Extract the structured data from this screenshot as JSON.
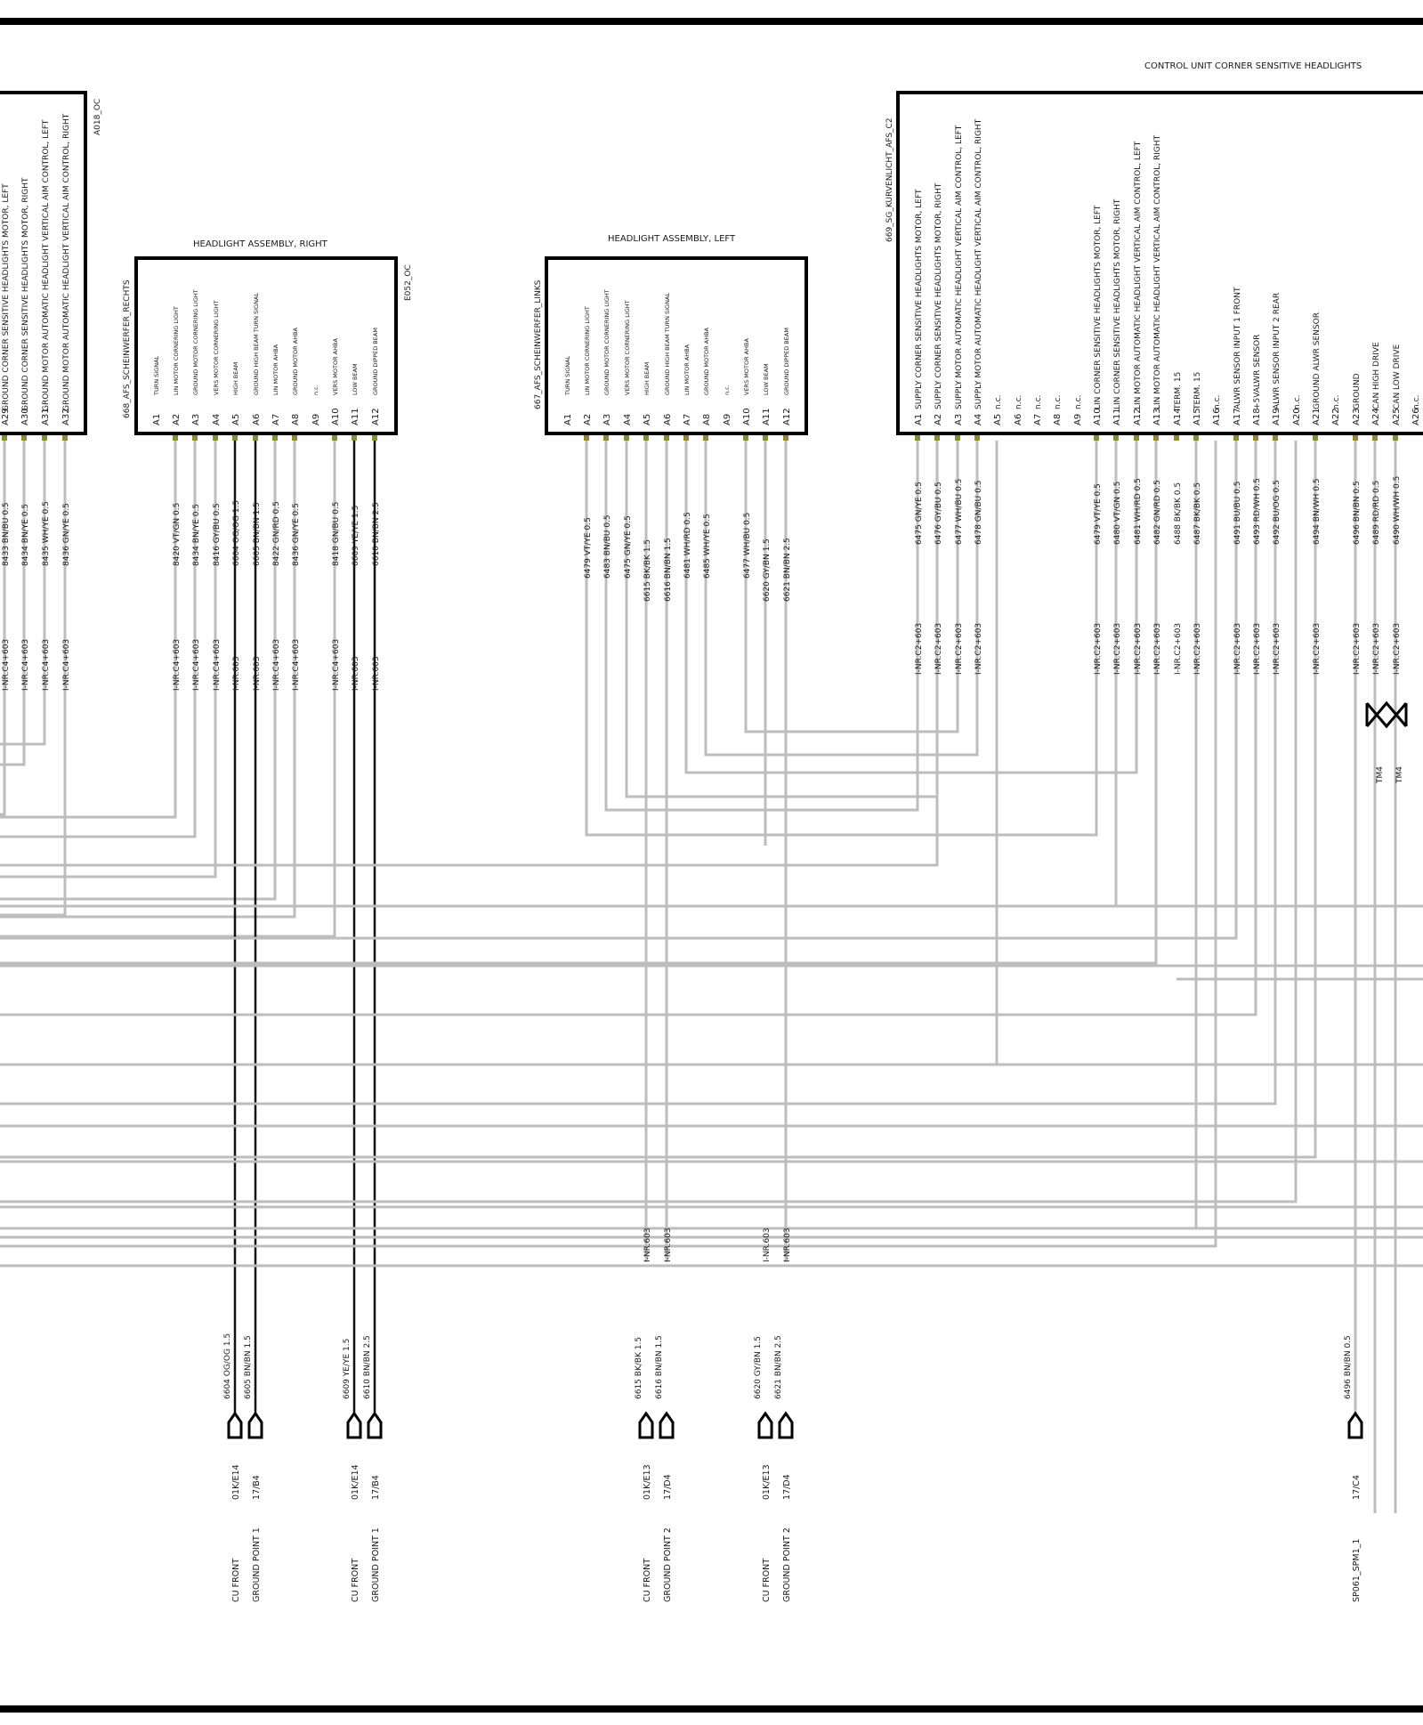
{
  "header": {
    "control_unit_title": "CONTROL UNIT CORNER SENSITIVE HEADLIGHTS"
  },
  "colors": {
    "grey_wire": "#bdbdbd",
    "black_wire": "#111111",
    "pin_marker": "#8a8a3a",
    "frame": "#000000"
  },
  "components": {
    "left_partial": {
      "code": "A018_OC",
      "pins": [
        {
          "pin": "A29",
          "function": "GROUND CORNER SENSITIVE HEADLIGHTS MOTOR, LEFT",
          "wire": "8433 BN/BU 0.5",
          "conn": "I-NR.C4+603"
        },
        {
          "pin": "A30",
          "function": "GROUND CORNER SENSITIVE HEADLIGHTS MOTOR, RIGHT",
          "wire": "8434 BN/YE 0.5",
          "conn": "I-NR.C4+603"
        },
        {
          "pin": "A31",
          "function": "GROUND MOTOR AUTOMATIC HEADLIGHT VERTICAL AIM CONTROL, LEFT",
          "wire": "8435 WH/YE 0.5",
          "conn": "I-NR.C4+603"
        },
        {
          "pin": "A32",
          "function": "GROUND MOTOR AUTOMATIC HEADLIGHT VERTICAL AIM CONTROL, RIGHT",
          "wire": "8436 GN/YE 0.5",
          "conn": "I-NR.C4+603"
        }
      ]
    },
    "headlight_right": {
      "title": "HEADLIGHT ASSEMBLY, RIGHT",
      "name": "668_AFS_SCHEINWERFER_RECHTS",
      "code": "E052_OC",
      "pins": [
        {
          "pin": "A1",
          "function": "TURN SIGNAL",
          "wire": "",
          "conn": ""
        },
        {
          "pin": "A2",
          "function": "LIN MOTOR CORNERING LIGHT",
          "wire": "8420 VT/GN 0.5",
          "conn": "I-NR.C4+603"
        },
        {
          "pin": "A3",
          "function": "GROUND MOTOR CORNERING LIGHT",
          "wire": "8434 BN/YE 0.5",
          "conn": "I-NR.C4+603"
        },
        {
          "pin": "A4",
          "function": "VERS MOTOR CORNERING LIGHT",
          "wire": "8416 GY/BU 0.5",
          "conn": "I-NR.C4+603"
        },
        {
          "pin": "A5",
          "function": "HIGH BEAM",
          "wire": "6604 OG/OG 1.5",
          "conn": "I-NR.603"
        },
        {
          "pin": "A6",
          "function": "GROUND HIGH BEAM TURN SIGNAL",
          "wire": "6605 BN/BN 1.5",
          "conn": "I-NR.603"
        },
        {
          "pin": "A7",
          "function": "LIN MOTOR AHBA",
          "wire": "8422 GN/RD 0.5",
          "conn": "I-NR.C4+603"
        },
        {
          "pin": "A8",
          "function": "GROUND MOTOR AHBA",
          "wire": "8436 GN/YE 0.5",
          "conn": "I-NR.C4+603"
        },
        {
          "pin": "A9",
          "function": "n.c.",
          "wire": "",
          "conn": ""
        },
        {
          "pin": "A10",
          "function": "VERS MOTOR AHBA",
          "wire": "8418 GN/BU 0.5",
          "conn": "I-NR.C4+603"
        },
        {
          "pin": "A11",
          "function": "LOW BEAM",
          "wire": "6609 YE/YE 1.5",
          "conn": "I-NR.603"
        },
        {
          "pin": "A12",
          "function": "GROUND DIPPED BEAM",
          "wire": "6610 BN/BN 2.5",
          "conn": "I-NR.603"
        }
      ]
    },
    "headlight_left": {
      "title": "HEADLIGHT ASSEMBLY, LEFT",
      "name": "667_AFS_SCHEINWERFER_LINKS",
      "pins": [
        {
          "pin": "A1",
          "function": "TURN SIGNAL",
          "wire": ""
        },
        {
          "pin": "A2",
          "function": "LIN MOTOR CORNERING LIGHT",
          "wire": "6479 VT/YE 0.5"
        },
        {
          "pin": "A3",
          "function": "GROUND MOTOR CORNERING LIGHT",
          "wire": "6483 BN/BU 0.5"
        },
        {
          "pin": "A4",
          "function": "VERS MOTOR CORNERING LIGHT",
          "wire": "6475 GN/YE 0.5"
        },
        {
          "pin": "A5",
          "function": "HIGH BEAM",
          "wire": "6615 BK/BK 1.5"
        },
        {
          "pin": "A6",
          "function": "GROUND HIGH BEAM TURN SIGNAL",
          "wire": "6616 BN/BN 1.5"
        },
        {
          "pin": "A7",
          "function": "LIN MOTOR AHBA",
          "wire": "6481 WH/RD 0.5"
        },
        {
          "pin": "A8",
          "function": "GROUND MOTOR AHBA",
          "wire": "6485 WH/YE 0.5"
        },
        {
          "pin": "A9",
          "function": "n.c.",
          "wire": ""
        },
        {
          "pin": "A10",
          "function": "VERS MOTOR AHBA",
          "wire": "6477 WH/BU 0.5"
        },
        {
          "pin": "A11",
          "function": "LOW BEAM",
          "wire": "6620 GY/BN 1.5"
        },
        {
          "pin": "A12",
          "function": "GROUND DIPPED BEAM",
          "wire": "6621 BN/BN 2.5"
        }
      ]
    },
    "control_unit": {
      "name": "669_SG_KURVENLICHT_AFS_C2",
      "pins": [
        {
          "pin": "A1",
          "function": "SUPPLY CORNER SENSITIVE HEADLIGHTS MOTOR, LEFT",
          "wire": "6475 GN/YE 0.5",
          "conn": "I-NR.C2+603"
        },
        {
          "pin": "A2",
          "function": "SUPPLY CORNER SENSITIVE HEADLIGHTS MOTOR, RIGHT",
          "wire": "6476 GY/BU 0.5",
          "conn": "I-NR.C2+603"
        },
        {
          "pin": "A3",
          "function": "SUPPLY MOTOR AUTOMATIC HEADLIGHT VERTICAL AIM CONTROL, LEFT",
          "wire": "6477 WH/BU 0.5",
          "conn": "I-NR.C2+603"
        },
        {
          "pin": "A4",
          "function": "SUPPLY MOTOR AUTOMATIC HEADLIGHT VERTICAL AIM CONTROL, RIGHT",
          "wire": "6478 GN/BU 0.5",
          "conn": "I-NR.C2+603"
        },
        {
          "pin": "A5",
          "function": "n.c.",
          "wire": "",
          "conn": ""
        },
        {
          "pin": "A6",
          "function": "n.c.",
          "wire": "",
          "conn": ""
        },
        {
          "pin": "A7",
          "function": "n.c.",
          "wire": "",
          "conn": ""
        },
        {
          "pin": "A8",
          "function": "n.c.",
          "wire": "",
          "conn": ""
        },
        {
          "pin": "A9",
          "function": "n.c.",
          "wire": "",
          "conn": ""
        },
        {
          "pin": "A10",
          "function": "LIN CORNER SENSITIVE HEADLIGHTS MOTOR, LEFT",
          "wire": "6479 VT/YE 0.5",
          "conn": "I-NR.C2+603"
        },
        {
          "pin": "A11",
          "function": "LIN CORNER SENSITIVE HEADLIGHTS MOTOR, RIGHT",
          "wire": "6480 VT/GN 0.5",
          "conn": "I-NR.C2+603"
        },
        {
          "pin": "A12",
          "function": "LIN MOTOR AUTOMATIC HEADLIGHT VERTICAL AIM CONTROL, LEFT",
          "wire": "6481 WH/RD 0.5",
          "conn": "I-NR.C2+603"
        },
        {
          "pin": "A13",
          "function": "LIN MOTOR AUTOMATIC HEADLIGHT VERTICAL AIM CONTROL, RIGHT",
          "wire": "6482 GN/RD 0.5",
          "conn": "I-NR.C2+603"
        },
        {
          "pin": "A14",
          "function": "TERM. 15",
          "wire": "6488 BK/BK 0.5",
          "conn": "I-NR.C2+603"
        },
        {
          "pin": "A15",
          "function": "TERM. 15",
          "wire": "6487 BK/BK 0.5",
          "conn": "I-NR.C2+603"
        },
        {
          "pin": "A16",
          "function": "n.c.",
          "wire": "",
          "conn": ""
        },
        {
          "pin": "A17",
          "function": "ALWR SENSOR INPUT 1 FRONT",
          "wire": "6491 BU/BU 0.5",
          "conn": "I-NR.C2+603"
        },
        {
          "pin": "A18",
          "function": "+5VALWR SENSOR",
          "wire": "6493 RD/WH 0.5",
          "conn": "I-NR.C2+603"
        },
        {
          "pin": "A19",
          "function": "ALWR SENSOR INPUT 2 REAR",
          "wire": "6492 BU/OG 0.5",
          "conn": "I-NR.C2+603"
        },
        {
          "pin": "A20",
          "function": "n.c.",
          "wire": "",
          "conn": ""
        },
        {
          "pin": "A21",
          "function": "GROUND ALWR SENSOR",
          "wire": "6494 BN/WH 0.5",
          "conn": "I-NR.C2+603"
        },
        {
          "pin": "A22",
          "function": "n.c.",
          "wire": "",
          "conn": ""
        },
        {
          "pin": "A23",
          "function": "GROUND",
          "wire": "6496 BN/BN 0.5",
          "conn": "I-NR.C2+603"
        },
        {
          "pin": "A24",
          "function": "CAN HIGH DRIVE",
          "wire": "6489 RD/RD 0.5",
          "conn": "I-NR.C2+603"
        },
        {
          "pin": "A25",
          "function": "CAN LOW DRIVE",
          "wire": "6490 WH/WH 0.5",
          "conn": "I-NR.C2+603"
        },
        {
          "pin": "A26",
          "function": "n.c.",
          "wire": "",
          "conn": ""
        }
      ]
    }
  },
  "mid_connectors": {
    "left_group": "I-NR.603",
    "twist_label": "TM4"
  },
  "ground_terminals": [
    {
      "wire": "6604 OG/OG 1.5",
      "pin": "01K/E14",
      "label": "CU FRONT"
    },
    {
      "wire": "6605 BN/BN 1.5",
      "pin": "17/B4",
      "label": "GROUND POINT 1"
    },
    {
      "wire": "6609 YE/YE 1.5",
      "pin": "01K/E14",
      "label": "CU FRONT"
    },
    {
      "wire": "6610 BN/BN 2.5",
      "pin": "17/B4",
      "label": "GROUND POINT 1"
    },
    {
      "wire": "6615 BK/BK 1.5",
      "pin": "01K/E13",
      "label": "CU FRONT"
    },
    {
      "wire": "6616 BN/BN 1.5",
      "pin": "17/D4",
      "label": "GROUND POINT 2"
    },
    {
      "wire": "6620 GY/BN 1.5",
      "pin": "01K/E13",
      "label": "CU FRONT"
    },
    {
      "wire": "6621 BN/BN 2.5",
      "pin": "17/D4",
      "label": "GROUND POINT 2"
    },
    {
      "wire": "6496 BN/BN 0.5",
      "pin": "17/C4",
      "label": "SP061_SPM1_1"
    }
  ]
}
